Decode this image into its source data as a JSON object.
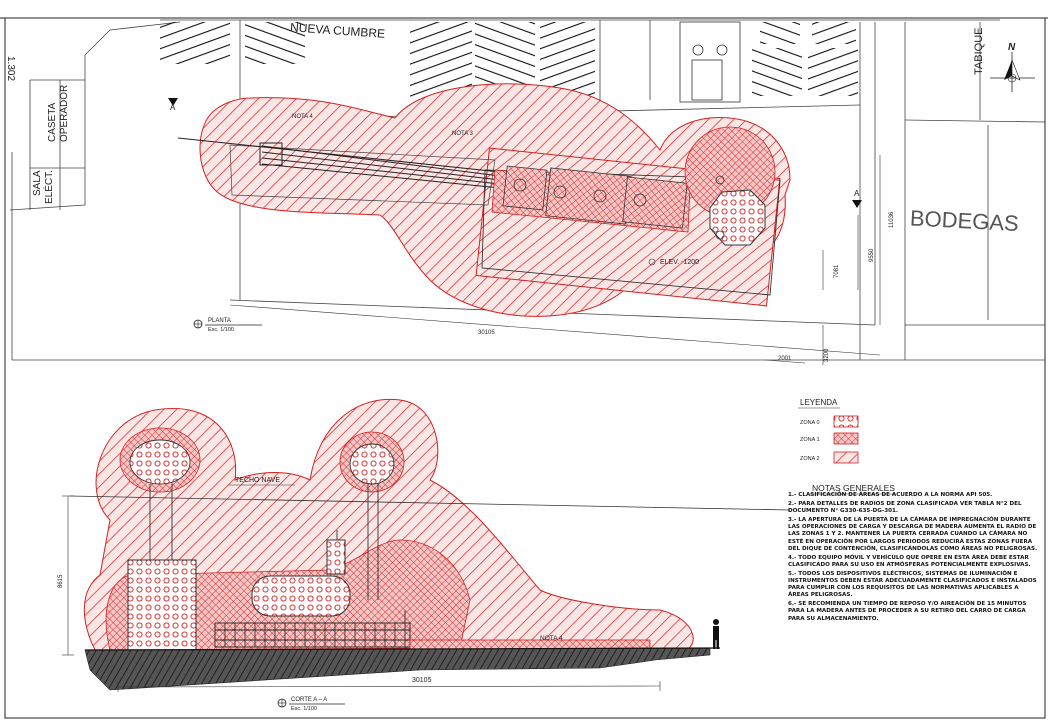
{
  "colors": {
    "hatch_red": "#d42020",
    "fill_red": "#f4c6c6",
    "line": "#333333",
    "dark": "#111111"
  },
  "plan": {
    "street_label": "NUEVA CUMBRE",
    "partial_left_label": "1.302",
    "tabique_label": "TABIQUE",
    "caseta_line1": "CASETA",
    "caseta_line2": "OPERADOR",
    "sala_line1": "SALA",
    "sala_line2": "ELÉCT.",
    "bodegas_label": "BODEGAS",
    "nota3_label": "NOTA 3",
    "nota4_label": "NOTA 4",
    "elev_label": "ELEV. -1200",
    "section_mark_letter": "A",
    "north_letter": "N",
    "dim_length": "30105",
    "dim_small": "2001",
    "dim_v1": "11036",
    "dim_v2": "9550",
    "dim_v3": "7081",
    "dim_v4": "3200",
    "title_name": "PLANTA",
    "title_scale": "Esc. 1/100"
  },
  "section": {
    "techo_label": "TECHO NAVE",
    "nota4_label": "NOTA 4",
    "dim_height": "8615",
    "dim_length": "30105",
    "title_name": "CORTE A – A",
    "title_scale": "Esc. 1/100"
  },
  "legend": {
    "title": "LEYENDA",
    "items": [
      {
        "label": "ZONA 0",
        "pattern": "circles"
      },
      {
        "label": "ZONA 1",
        "pattern": "crosshatch"
      },
      {
        "label": "ZONA 2",
        "pattern": "diagonal"
      }
    ]
  },
  "notes": {
    "title": "NOTAS GENERALES",
    "items": [
      "1.- CLASIFICACIÓN DE ÁREAS DE ACUERDO A LA NORMA API 505.",
      "2.- PARA DETALLES DE RADIOS DE ZONA CLASIFICADA VER TABLA N°2 DEL DOCUMENTO N° G330-635-DG-301.",
      "3.- LA APERTURA DE LA PUERTA DE LA CÁMARA DE IMPREGNACIÓN DURANTE LAS OPERACIONES DE CARGA Y DESCARGA DE MADERA AUMENTA EL RADIO DE LAS ZONAS 1 Y 2. MANTENER LA PUERTA CERRADA CUANDO LA CÁMARA NO ESTÉ EN OPERACIÓN POR LARGOS PERIODOS REDUCIRÁ ESTAS ZONAS FUERA DEL DIQUE DE CONTENCIÓN, CLASIFICÁNDOLAS COMO ÁREAS NO PELIGROSAS.",
      "4.- TODO EQUIPO MÓVIL Y VEHÍCULO QUE OPERE EN ESTA ÁREA DEBE ESTAR CLASIFICADO PARA SU USO EN ATMÓSFERAS POTENCIALMENTE EXPLOSIVAS.",
      "5.- TODOS LOS DISPOSITIVOS ELÉCTRICOS, SISTEMAS DE ILUMINACIÓN E INSTRUMENTOS DEBEN ESTAR ADECUADAMENTE CLASIFICADOS E INSTALADOS PARA CUMPLIR CON LOS REQUISITOS DE LAS NORMATIVAS APLICABLES A ÁREAS PELIGROSAS.",
      "6.- SE RECOMIENDA UN TIEMPO DE REPOSO Y/O AIREACIÓN DE 15 MINUTOS PARA LA MADERA ANTES DE PROCEDER A SU RETIRO DEL CARRO DE CARGA PARA SU ALMACENAMIENTO."
    ]
  }
}
